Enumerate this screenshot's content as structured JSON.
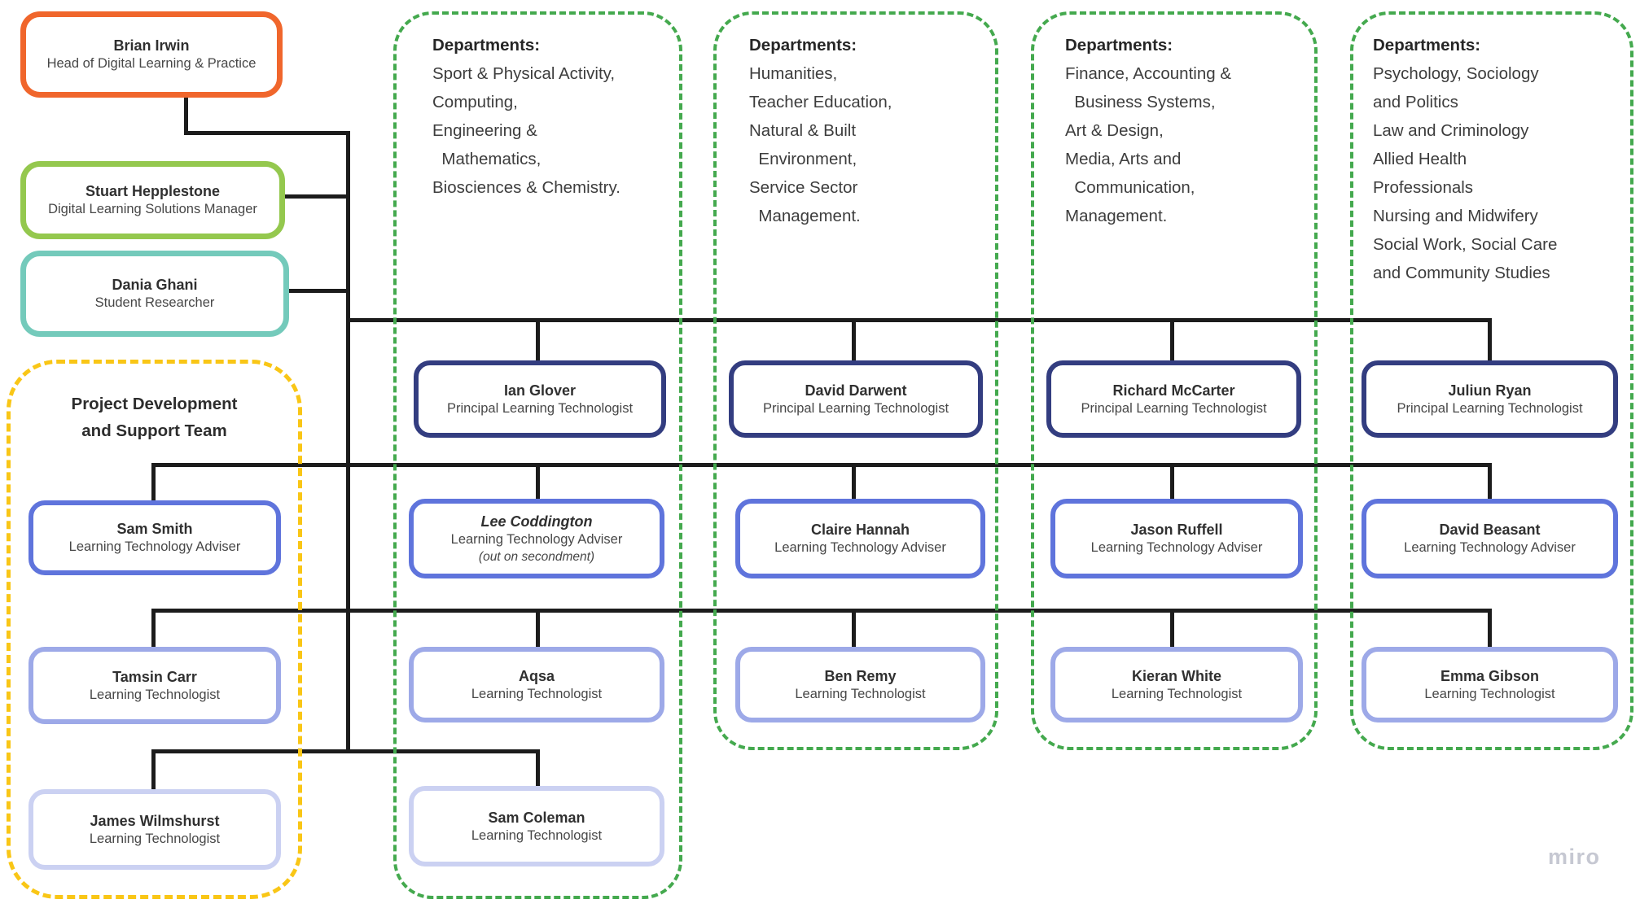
{
  "watermark": "miro",
  "colors": {
    "head_border": "#f0662c",
    "manager_border": "#94c84e",
    "researcher_border": "#74cabb",
    "team_container": "#f9c616",
    "department_container": "#44a94e",
    "principal_border": "#333d80",
    "adviser_border": "#5f74dc",
    "technologist_border": "#9da9e8",
    "technologist_light_border": "#cbd1f2",
    "connector": "#1c1c1c"
  },
  "project_team": {
    "title_line1": "Project Development",
    "title_line2": "and Support Team"
  },
  "departments": [
    {
      "heading": "Departments:",
      "lines": [
        "Sport & Physical Activity,",
        "Computing,",
        "Engineering &",
        "  Mathematics,",
        "Biosciences & Chemistry."
      ]
    },
    {
      "heading": "Departments:",
      "lines": [
        "Humanities,",
        "Teacher Education,",
        "Natural & Built",
        "  Environment,",
        "Service Sector",
        "  Management."
      ]
    },
    {
      "heading": "Departments:",
      "lines": [
        "Finance, Accounting &",
        "  Business Systems,",
        "Art & Design,",
        "Media, Arts and",
        "  Communication,",
        "Management."
      ]
    },
    {
      "heading": "Departments:",
      "lines": [
        "Psychology, Sociology",
        "and Politics",
        "Law and Criminology",
        "Allied Health",
        "Professionals",
        "Nursing and Midwifery",
        "Social Work, Social Care",
        "and Community Studies"
      ]
    }
  ],
  "people": {
    "brian": {
      "name": "Brian Irwin",
      "role": "Head of Digital Learning & Practice"
    },
    "stuart": {
      "name": "Stuart Hepplestone",
      "role": "Digital Learning Solutions Manager"
    },
    "dania": {
      "name": "Dania Ghani",
      "role": "Student Researcher"
    },
    "sam_smith": {
      "name": "Sam Smith",
      "role": "Learning Technology Adviser"
    },
    "tamsin": {
      "name": "Tamsin Carr",
      "role": "Learning Technologist"
    },
    "james": {
      "name": "James Wilmshurst",
      "role": "Learning Technologist"
    },
    "ian": {
      "name": "Ian Glover",
      "role": "Principal Learning Technologist"
    },
    "lee": {
      "name": "Lee Coddington",
      "role": "Learning Technology Adviser",
      "note": "(out on secondment)"
    },
    "aqsa": {
      "name": "Aqsa",
      "role": "Learning Technologist"
    },
    "sam_coleman": {
      "name": "Sam Coleman",
      "role": "Learning Technologist"
    },
    "darwent": {
      "name": "David Darwent",
      "role": "Principal Learning Technologist"
    },
    "claire": {
      "name": "Claire Hannah",
      "role": "Learning Technology Adviser"
    },
    "ben": {
      "name": "Ben Remy",
      "role": "Learning Technologist"
    },
    "richard": {
      "name": "Richard McCarter",
      "role": "Principal Learning Technologist"
    },
    "jason": {
      "name": "Jason Ruffell",
      "role": "Learning Technology Adviser"
    },
    "kieran": {
      "name": "Kieran White",
      "role": "Learning Technologist"
    },
    "juliun": {
      "name": "Juliun Ryan",
      "role": "Principal Learning Technologist"
    },
    "david_beasant": {
      "name": "David Beasant",
      "role": "Learning Technology Adviser"
    },
    "emma": {
      "name": "Emma Gibson",
      "role": "Learning Technologist"
    }
  }
}
